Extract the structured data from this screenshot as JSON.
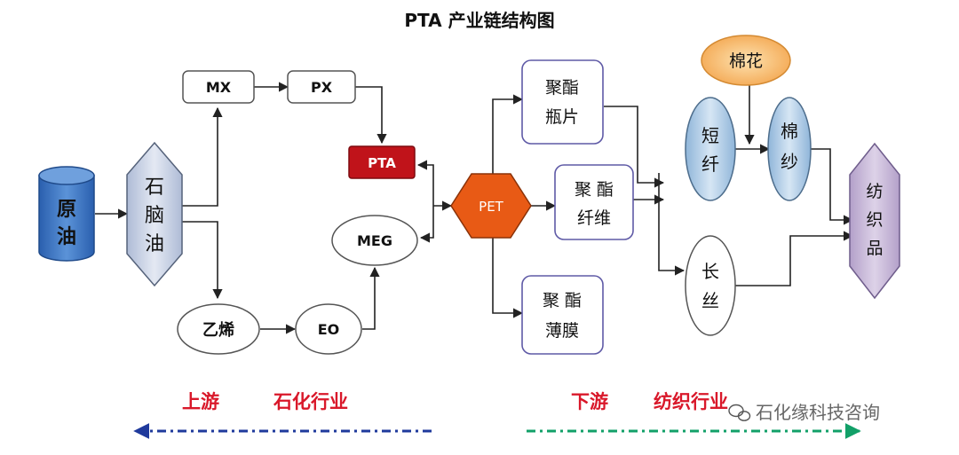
{
  "title": "PTA 产业链结构图",
  "nodes": {
    "crude": [
      "原",
      "油"
    ],
    "naphtha": [
      "石",
      "脑",
      "油"
    ],
    "mx": "MX",
    "px": "PX",
    "pta": "PTA",
    "meg": "MEG",
    "ethylene": "乙烯",
    "eo": "EO",
    "pet": "PET",
    "chip": [
      "聚酯",
      "瓶片"
    ],
    "fiber": [
      "聚 酯",
      "纤维"
    ],
    "film": [
      "聚 酯",
      "薄膜"
    ],
    "cotton": "棉花",
    "staple": [
      "短",
      "纤"
    ],
    "yarn": [
      "棉",
      "纱"
    ],
    "filament": [
      "长",
      "丝"
    ],
    "textile": [
      "纺",
      "织",
      "品"
    ]
  },
  "footer": {
    "upstream": "上游",
    "petrochem": "石化行业",
    "downstream": "下游",
    "textile_industry": "纺织行业",
    "watermark": "石化缘科技咨询"
  },
  "colors": {
    "crude": "#3b74c2",
    "naphtha": "#c9d3e6",
    "pta": "#c0131a",
    "pet": "#e85a15",
    "cotton": "#f7b96a",
    "staple": "#b5cfe6",
    "textile": "#c9b9d8",
    "upstream_text": "#d9182a",
    "upstream_arrow": "#1f3a9c",
    "downstream_arrow": "#12a068"
  }
}
